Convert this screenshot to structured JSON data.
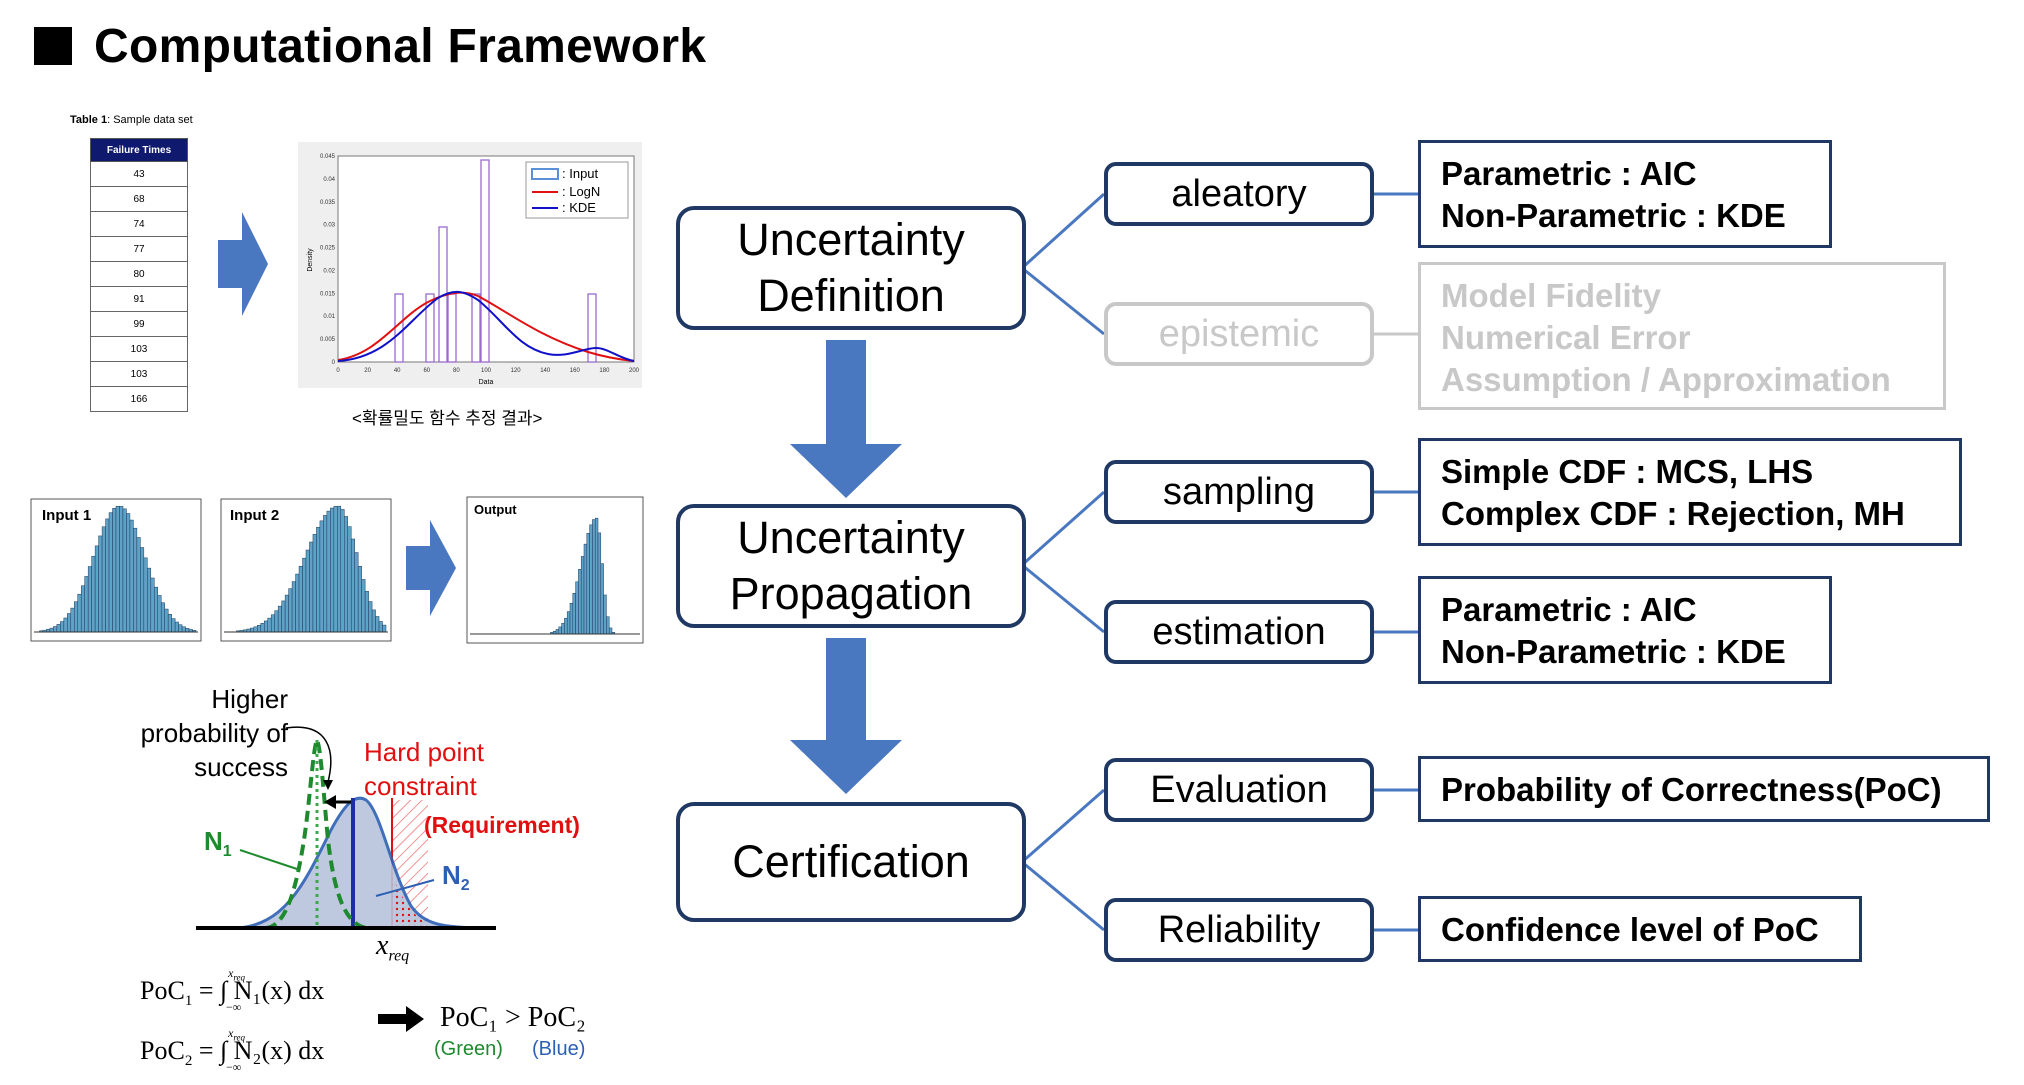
{
  "title": "Computational Framework",
  "sample_table": {
    "caption_bold": "Table 1",
    "caption_rest": ": Sample data set",
    "header": "Failure Times",
    "rows": [
      "43",
      "68",
      "74",
      "77",
      "80",
      "91",
      "99",
      "103",
      "103",
      "166"
    ]
  },
  "density_plot": {
    "caption": "<확률밀도 함수 추정 결과>",
    "legend": [
      {
        "label": ": Input",
        "color": "#5b8fd6"
      },
      {
        "label": ": LogN",
        "color": "#e01010"
      },
      {
        "label": ": KDE",
        "color": "#1010c8"
      }
    ],
    "xlabel": "Data",
    "ylabel": "Density",
    "x_ticks": [
      "0",
      "20",
      "40",
      "60",
      "80",
      "100",
      "120",
      "140",
      "160",
      "180",
      "200"
    ],
    "y_ticks": [
      "0",
      "0.005",
      "0.01",
      "0.015",
      "0.02",
      "0.025",
      "0.03",
      "0.035",
      "0.04",
      "0.045"
    ]
  },
  "histograms": {
    "input1": "Input 1",
    "input2": "Input 2",
    "output": "Output"
  },
  "poc_figure": {
    "higher_prob": [
      "Higher",
      "probability of",
      "success"
    ],
    "hard_point": [
      "Hard point",
      "constraint"
    ],
    "requirement": "(Requirement)",
    "n1_label": "N",
    "n1_sub": "1",
    "n2_label": "N",
    "n2_sub": "2",
    "xreq": "x",
    "xreq_sub": "req",
    "poc1": "PoC",
    "poc1_sub": "1",
    "poc2": "PoC",
    "poc2_sub": "2",
    "eq1_rest": "= ∫ N₁(x) dx",
    "eq2_rest": "= ∫ N₂(x) dx",
    "int_upper": "x",
    "int_upper_sub": "req",
    "int_lower": "−∞",
    "compare": "PoC₁ > PoC₂",
    "green": "(Green)",
    "blue": "(Blue)"
  },
  "diagram": {
    "stages": [
      {
        "line1": "Uncertainty",
        "line2": "Definition"
      },
      {
        "line1": "Uncertainty",
        "line2": "Propagation"
      },
      {
        "line1": "Certification",
        "line2": ""
      }
    ],
    "leaves": [
      {
        "label": "aleatory",
        "dim": false,
        "desc": [
          "Parametric : AIC",
          "Non-Parametric : KDE"
        ]
      },
      {
        "label": "epistemic",
        "dim": true,
        "desc": [
          "Model Fidelity",
          "Numerical Error",
          "Assumption / Approximation"
        ]
      },
      {
        "label": "sampling",
        "dim": false,
        "desc": [
          "Simple CDF : MCS, LHS",
          "Complex CDF : Rejection, MH"
        ]
      },
      {
        "label": "estimation",
        "dim": false,
        "desc": [
          "Parametric : AIC",
          "Non-Parametric : KDE"
        ]
      },
      {
        "label": "Evaluation",
        "dim": false,
        "desc": [
          "Probability of Correctness(PoC)"
        ]
      },
      {
        "label": "Reliability",
        "dim": false,
        "desc": [
          "Confidence level of PoC"
        ]
      }
    ]
  },
  "colors": {
    "box_border": "#203864",
    "arrow": "#4a78c0",
    "dim": "#c8c8c8",
    "green": "#1e8a2e",
    "blue": "#2d5fb4",
    "red": "#e01010"
  }
}
